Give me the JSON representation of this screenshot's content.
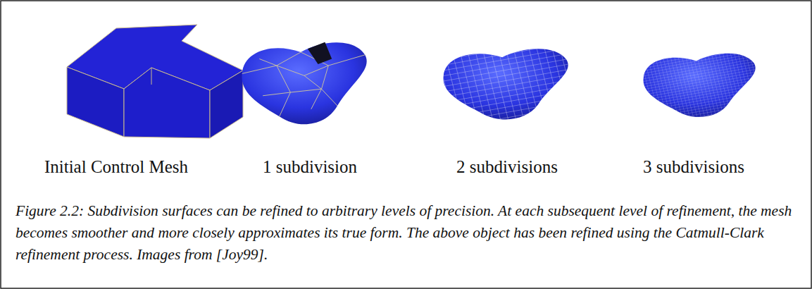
{
  "diagram": {
    "caption": "Figure 2.2: Subdivision surfaces can be refined to arbitrary levels of precision. At each subsequent level of refinement, the mesh becomes smoother and more closely approximates its true form. The above object has been refined using the Catmull-Clark refinement process. Images from [Joy99].",
    "labels": [
      "Initial Control Mesh",
      "1 subdivision",
      "2 subdivisions",
      "3 subdivisions"
    ]
  }
}
